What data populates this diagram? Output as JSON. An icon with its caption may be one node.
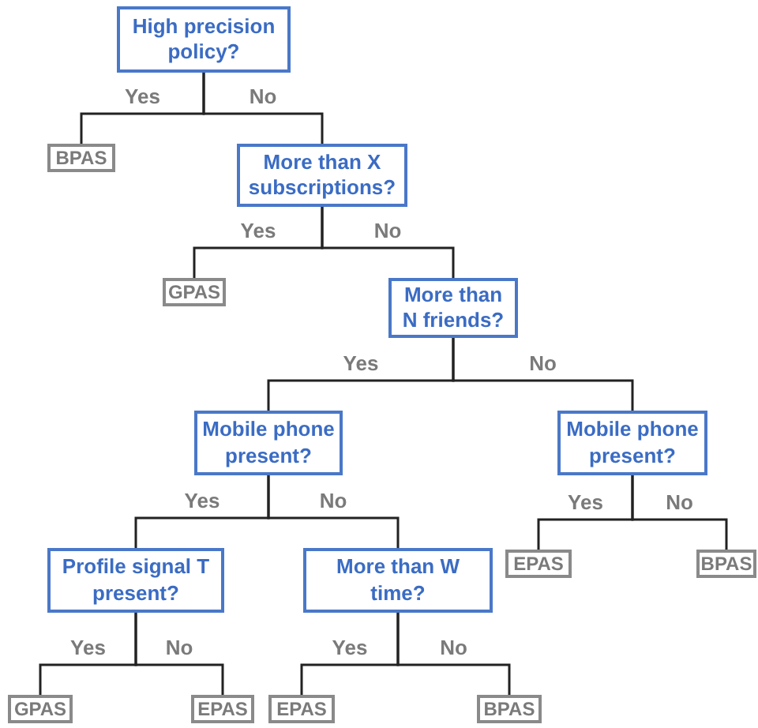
{
  "diagram": {
    "nodes": [
      {
        "text": [
          "High precision policy?"
        ]
      },
      {
        "text": [
          "BPAS"
        ]
      },
      {
        "text": [
          "More than X subscriptions?"
        ]
      },
      {
        "text": [
          "GPAS"
        ]
      },
      {
        "text": [
          "More than N friends?"
        ]
      },
      {
        "text": [
          "Mobile phone present?"
        ]
      },
      {
        "text": [
          "Mobile phone present?"
        ]
      },
      {
        "text": [
          "Profile signal T present?"
        ]
      },
      {
        "text": [
          "More than W time?"
        ]
      },
      {
        "text": [
          "EPAS"
        ]
      },
      {
        "text": [
          "BPAS"
        ]
      },
      {
        "text": [
          "GPAS"
        ]
      },
      {
        "text": [
          "EPAS"
        ]
      },
      {
        "text": [
          "EPAS"
        ]
      },
      {
        "text": [
          "BPAS"
        ]
      }
    ],
    "edges": [
      {
        "from": 0,
        "to": 1,
        "arrow": "none",
        "label": "Yes"
      },
      {
        "from": 0,
        "to": 2,
        "arrow": "none",
        "label": "No"
      },
      {
        "from": 2,
        "to": 3,
        "arrow": "none",
        "label": "Yes"
      },
      {
        "from": 2,
        "to": 4,
        "arrow": "none",
        "label": "No"
      },
      {
        "from": 4,
        "to": 5,
        "arrow": "none",
        "label": "Yes"
      },
      {
        "from": 4,
        "to": 6,
        "arrow": "none",
        "label": "No"
      },
      {
        "from": 5,
        "to": 7,
        "arrow": "none",
        "label": "Yes"
      },
      {
        "from": 5,
        "to": 8,
        "arrow": "none",
        "label": "No"
      },
      {
        "from": 6,
        "to": 9,
        "arrow": "none",
        "label": "Yes"
      },
      {
        "from": 6,
        "to": 10,
        "arrow": "none",
        "label": "No"
      },
      {
        "from": 7,
        "to": 11,
        "arrow": "none",
        "label": "Yes"
      },
      {
        "from": 7,
        "to": 12,
        "arrow": "none",
        "label": "No"
      },
      {
        "from": 8,
        "to": 13,
        "arrow": "none",
        "label": "Yes"
      },
      {
        "from": 8,
        "to": 14,
        "arrow": "none",
        "label": "No"
      }
    ]
  }
}
